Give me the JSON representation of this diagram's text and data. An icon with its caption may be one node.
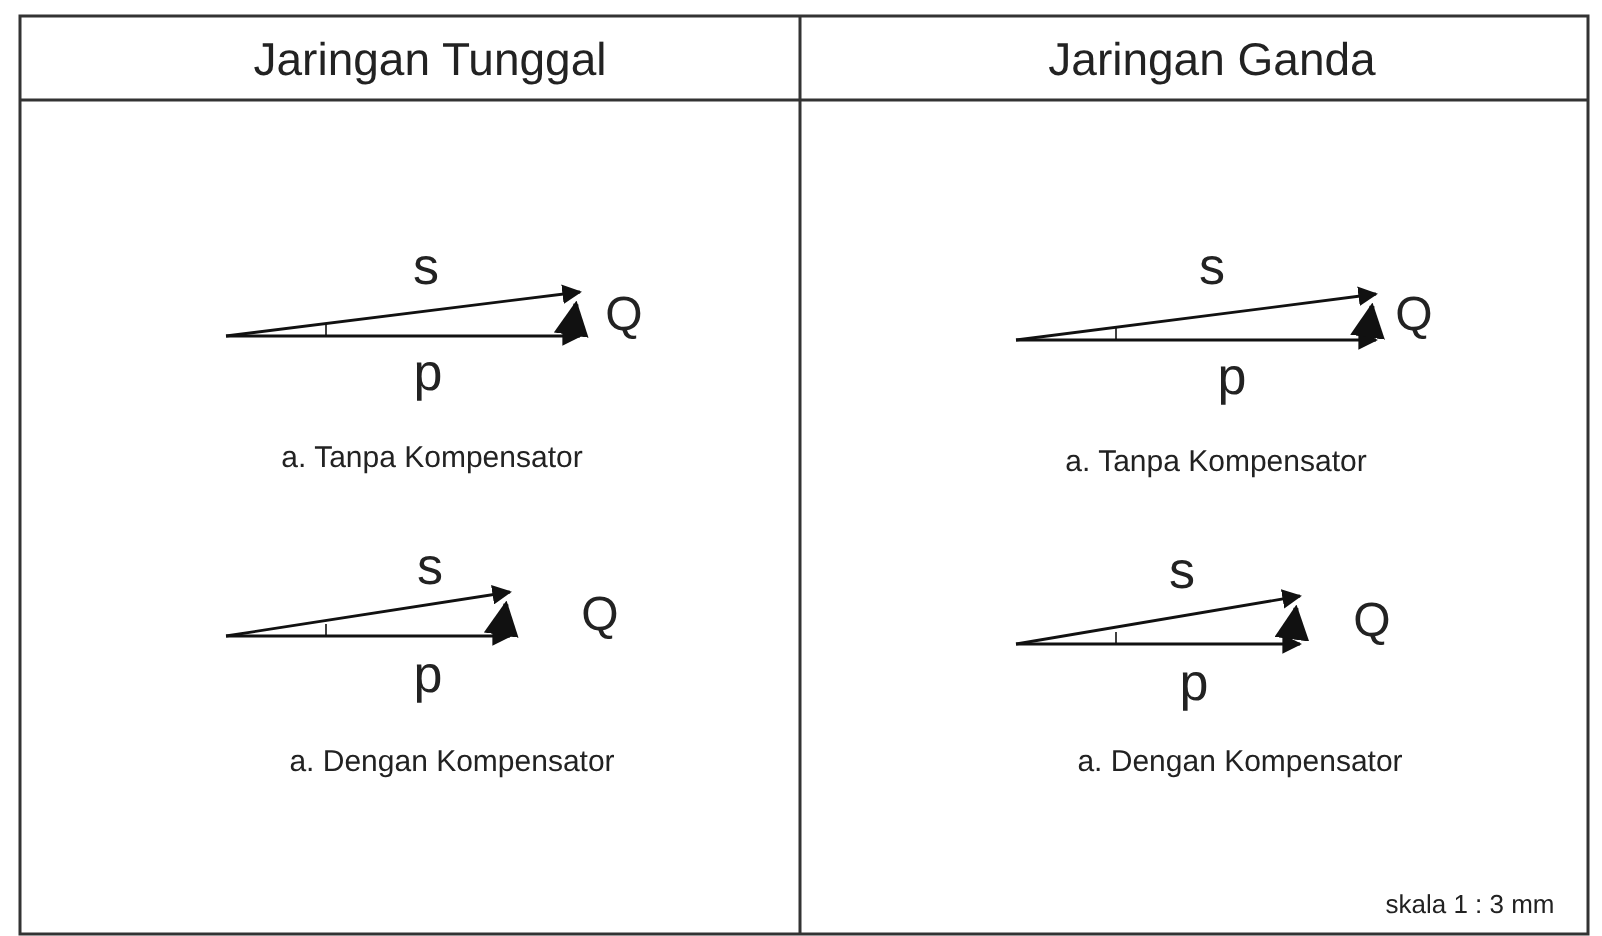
{
  "diagram": {
    "labels": [
      "Jaringan Tunggal",
      "Jaringan Ganda",
      "s",
      "s",
      "Q",
      "Q",
      "p",
      "p",
      "a. Tanpa Kompensator",
      "a. Tanpa Kompensator",
      "s",
      "s",
      "Q",
      "Q",
      "p",
      "p",
      "a. Dengan Kompensator",
      "a. Dengan Kompensator",
      "skala 1 : 3 mm"
    ]
  }
}
